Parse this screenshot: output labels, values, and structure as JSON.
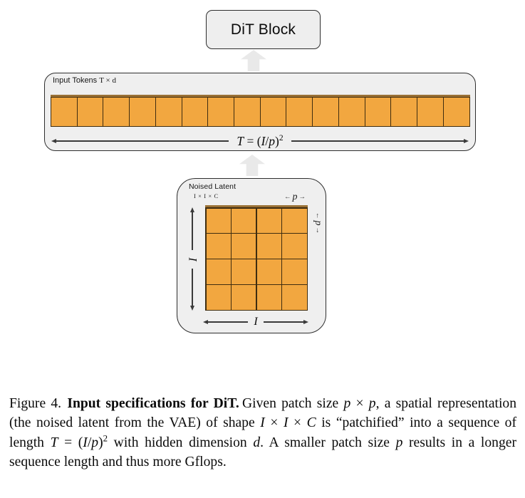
{
  "diagram": {
    "dit_block": {
      "label": "DiT Block"
    },
    "tokens_panel": {
      "label_text": "Input Tokens",
      "label_math": "T × d",
      "token_count": 16,
      "formula": {
        "lhs": "T",
        "eq": " = (",
        "num": "I",
        "slash": "/",
        "den": "p",
        "close": ")",
        "exp": "2"
      }
    },
    "latent_panel": {
      "title": "Noised Latent",
      "shape_label": "I × I × C",
      "patch_symbol": "p",
      "height_symbol": "I",
      "width_symbol": "I",
      "grid_rows": 4,
      "grid_cols": 4,
      "grid_cell_count": 16
    },
    "icons": {
      "arrow_left": "←",
      "arrow_right": "→"
    },
    "colors": {
      "patch_orange": "#F2A740",
      "patch_border": "#3F2D10",
      "patch_bevel": "#9A7136",
      "panel_fill": "#EFEFEF",
      "panel_border": "#2E2E2E",
      "faint_arrow": "#E9E9E9"
    }
  },
  "caption": {
    "runs": [
      {
        "text": "Figure 4.",
        "style": "roman"
      },
      {
        "text": "Input specifications for DiT.",
        "style": "bold"
      },
      {
        "text": "Given patch size ",
        "style": "roman"
      },
      {
        "text": "p",
        "style": "math"
      },
      {
        "text": " × ",
        "style": "roman"
      },
      {
        "text": "p",
        "style": "math"
      },
      {
        "text": ", a spatial representation (the noised latent from the VAE) of shape ",
        "style": "roman"
      },
      {
        "text": "I",
        "style": "math"
      },
      {
        "text": " × ",
        "style": "roman"
      },
      {
        "text": "I",
        "style": "math"
      },
      {
        "text": " × ",
        "style": "roman"
      },
      {
        "text": "C",
        "style": "math"
      },
      {
        "text": " is “patchified” into a sequence of length ",
        "style": "roman"
      },
      {
        "text": "T",
        "style": "math"
      },
      {
        "text": " = (",
        "style": "roman"
      },
      {
        "text": "I",
        "style": "math"
      },
      {
        "text": "/",
        "style": "roman"
      },
      {
        "text": "p",
        "style": "math"
      },
      {
        "text": ")",
        "style": "roman"
      },
      {
        "text": "2",
        "style": "sup"
      },
      {
        "text": " with hidden dimension ",
        "style": "roman"
      },
      {
        "text": "d",
        "style": "math"
      },
      {
        "text": ". A smaller patch size ",
        "style": "roman"
      },
      {
        "text": "p",
        "style": "math"
      },
      {
        "text": " results in a longer sequence length and thus more Gflops.",
        "style": "roman"
      }
    ]
  }
}
